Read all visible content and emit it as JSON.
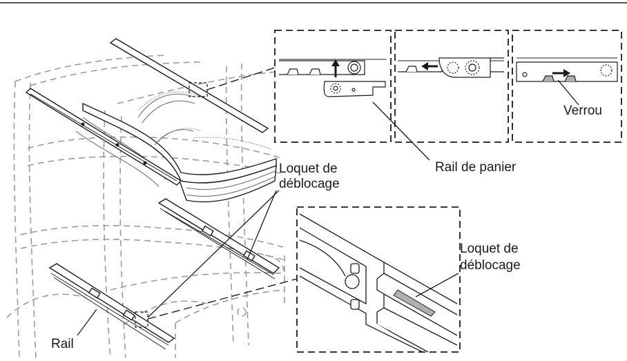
{
  "labels": {
    "verrou": "Verrou",
    "rail_de_panier": "Rail de panier",
    "loquet_top_line1": "Loquet de",
    "loquet_top_line2": "déblocage",
    "loquet_detail_line1": "Loquet de",
    "loquet_detail_line2": "déblocage",
    "rail": "Rail"
  },
  "colors": {
    "line": "#1a1a1a",
    "dashed": "#9a9a9a",
    "fill_gray": "#b0b0b0",
    "background": "#ffffff"
  }
}
